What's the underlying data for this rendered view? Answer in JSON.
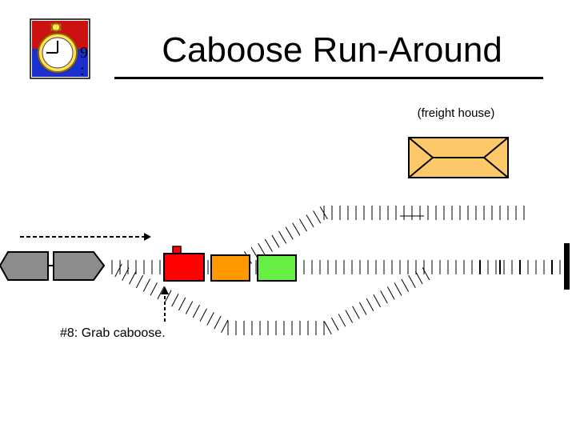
{
  "slide": {
    "title": "Caboose Run-Around",
    "freight_house_label": "(freight house)",
    "step_label": "#8: Grab caboose."
  },
  "logo": {
    "icon": "stopwatch-icon",
    "colors": {
      "top": "#cc1111",
      "bottom": "#1a2fcc",
      "face": "#ffe25a"
    }
  },
  "colors": {
    "freight_house": "#fdc86a",
    "engine": "#8c8c8c",
    "caboose": "#ff0000",
    "car_orange": "#ff9900",
    "car_green": "#66ee44"
  }
}
